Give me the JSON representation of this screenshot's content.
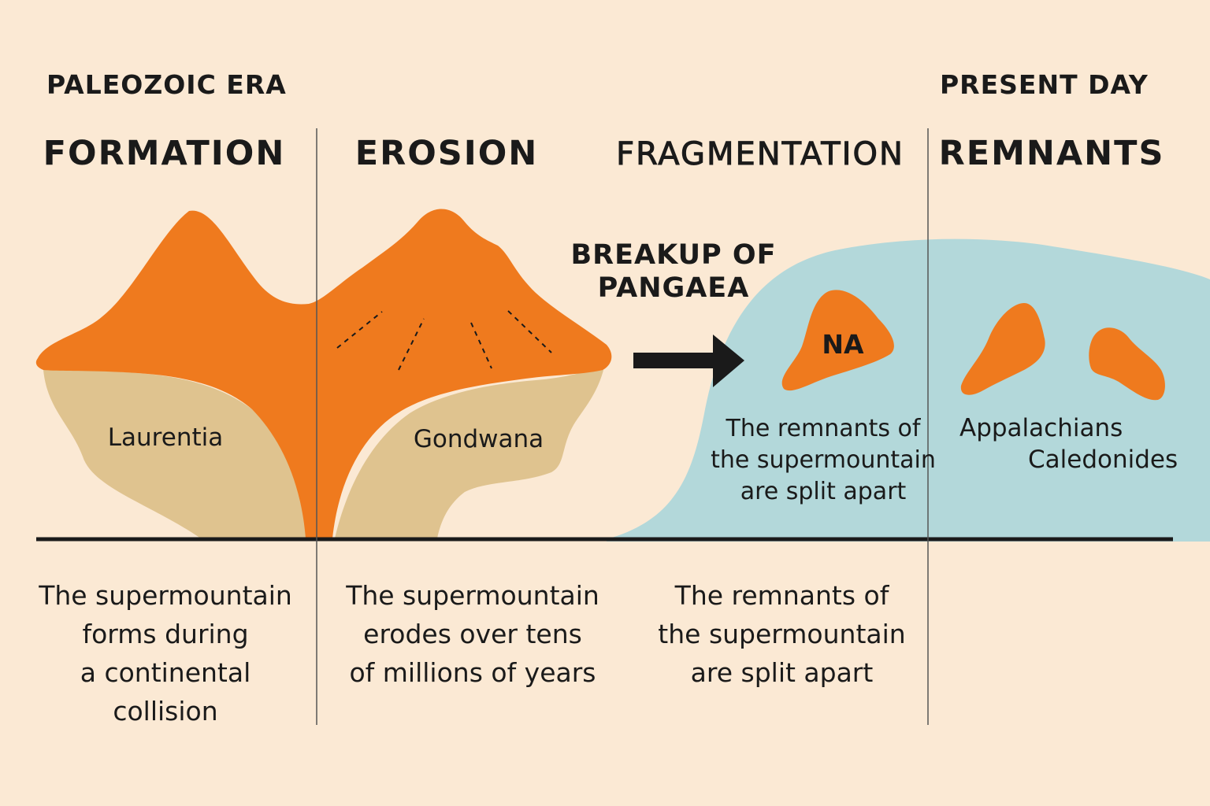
{
  "eras": {
    "start": "PALEOZOIC ERA",
    "end": "PRESENT DAY"
  },
  "stages": [
    {
      "title": "FORMATION",
      "description": "The supermountain\nforms during\na continental\ncollision"
    },
    {
      "title": "EROSION",
      "description": "The supermountain\nerodes over tens\nof millions of years"
    },
    {
      "title": "FRAGMENTATION",
      "description": "The remnants of\nthe supermountain\nare split apart"
    },
    {
      "title": "REMNANTS",
      "description": ""
    }
  ],
  "labels": {
    "laurentia": "Laurentia",
    "gondwana": "Gondwana",
    "breakup": "BREAKUP OF\nPANGAEA",
    "na": "NA",
    "fragment_note": "The remnants of\nthe supermountain\nare split apart",
    "appalachians": "Appalachians",
    "caledonides": "Caledonides"
  },
  "colors": {
    "background": "#fbe9d4",
    "mountain": "#ef7a1e",
    "continent": "#dfc38f",
    "ocean": "#b3d8da",
    "ink": "#1a1a1a"
  }
}
